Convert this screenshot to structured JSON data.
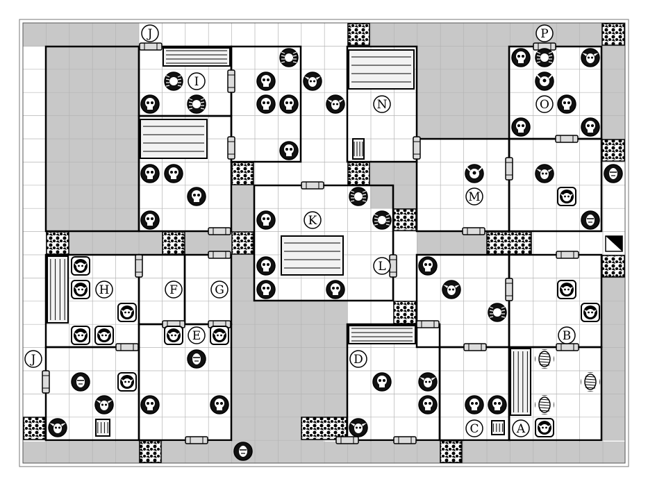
{
  "board": {
    "title": "",
    "room_labels": [
      "A",
      "B",
      "C",
      "D",
      "E",
      "F",
      "G",
      "H",
      "I",
      "J",
      "J",
      "K",
      "L",
      "M",
      "N",
      "O",
      "P"
    ],
    "colors": {
      "floor": "#ffffff",
      "blocked": "#c8c8c8",
      "grid": "#b4b4b4",
      "wall": "#000000",
      "token": "#111111",
      "door": "#dcdcdc"
    }
  },
  "legend": {
    "skull": "skeleton-monster-token",
    "goblin": "goblin-monster-token",
    "orc": "orc-monster-token",
    "spider": "spider-monster-token",
    "mummy": "mummy-monster-token",
    "zombie": "zombie-monster-token",
    "fimir": "fimir-monster-token",
    "rubble": "rubble-block-tile",
    "door": "door-tile",
    "trap": "pit-trap-tile",
    "stairs": "stairs-tile",
    "furniture": "furniture-piece"
  }
}
